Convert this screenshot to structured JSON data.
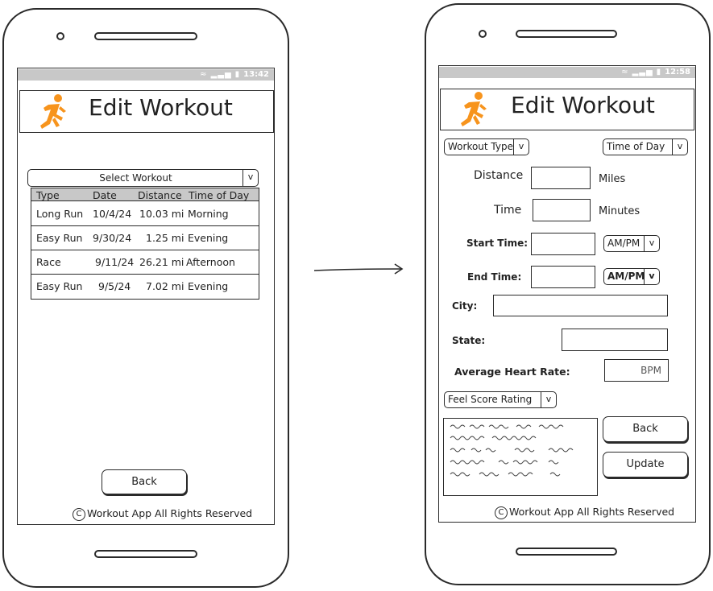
{
  "left_phone": {
    "status_time": "13:42",
    "header_title": "Edit Workout",
    "select_workout": {
      "value": "Select Workout",
      "arrow": "v"
    },
    "table": {
      "columns": [
        "Type",
        "Date",
        "Distance",
        "Time of Day"
      ],
      "rows": [
        [
          "Long Run",
          "10/4/24",
          "10.03 mi",
          "Morning"
        ],
        [
          "Easy Run",
          "9/30/24",
          "1.25 mi",
          "Evening"
        ],
        [
          "Race",
          "9/11/24",
          "26.21 mi",
          "Afternoon"
        ],
        [
          "Easy Run",
          "9/5/24",
          "7.02 mi",
          "Evening"
        ]
      ]
    },
    "back_label": "Back",
    "footer_symbol": "C",
    "footer_text": "Workout App All Rights Reserved"
  },
  "right_phone": {
    "status_time": "12:58",
    "header_title": "Edit Workout",
    "workout_type": {
      "value": "Workout Type",
      "arrow": "v"
    },
    "time_of_day": {
      "value": "Time of Day",
      "arrow": "v"
    },
    "distance_label": "Distance",
    "distance_unit": "Miles",
    "time_label": "Time",
    "time_unit": "Minutes",
    "start_time_label": "Start Time:",
    "start_ampm": {
      "value": "AM/PM",
      "arrow": "v"
    },
    "end_time_label": "End Time:",
    "end_ampm": {
      "value": "AM/PM",
      "arrow": "v"
    },
    "city_label": "City:",
    "state_label": "State:",
    "avg_hr_label": "Average Heart Rate:",
    "bpm_placeholder": "BPM",
    "feel_score": {
      "value": "Feel Score Rating",
      "arrow": "v"
    },
    "back_label": "Back",
    "update_label": "Update",
    "footer_symbol": "C",
    "footer_text": "Workout App All Rights Reserved"
  },
  "icons": {
    "runner": "runner-icon",
    "wifi": "wifi-icon",
    "signal": "signal-icon",
    "battery": "battery-icon",
    "arrow": "arrow-right-icon"
  },
  "colors": {
    "runner": "#f7941d",
    "status_bar": "#c8c8c8",
    "table_header": "#c8c8c8",
    "outline": "#2a2a2a"
  }
}
